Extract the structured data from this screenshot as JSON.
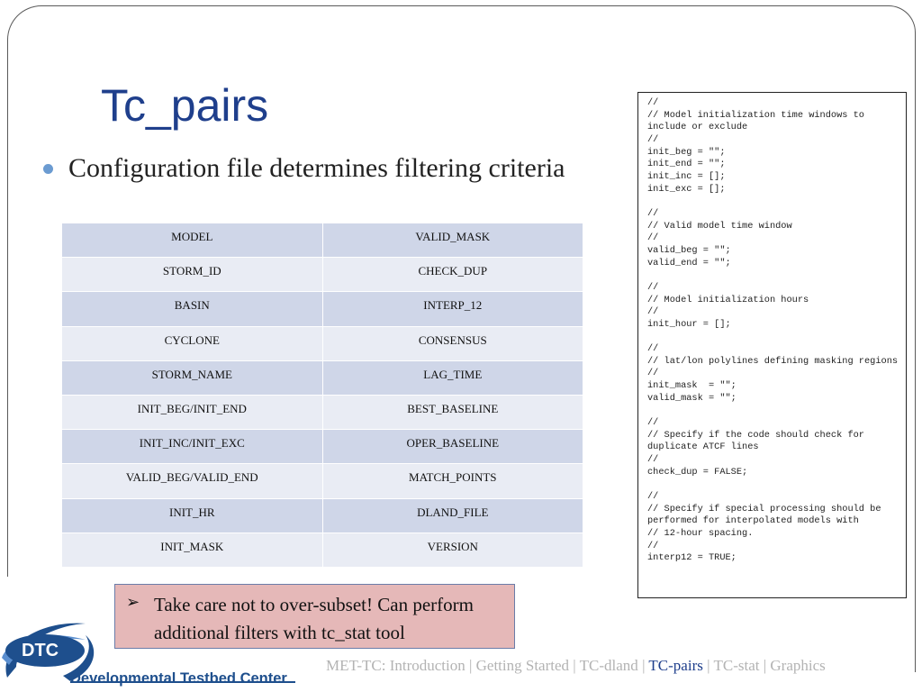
{
  "title": "Tc_pairs",
  "bullet": "Configuration file determines filtering criteria",
  "table_rows": [
    [
      "MODEL",
      "VALID_MASK"
    ],
    [
      "STORM_ID",
      "CHECK_DUP"
    ],
    [
      "BASIN",
      "INTERP_12"
    ],
    [
      "CYCLONE",
      "CONSENSUS"
    ],
    [
      "STORM_NAME",
      "LAG_TIME"
    ],
    [
      "INIT_BEG/INIT_END",
      "BEST_BASELINE"
    ],
    [
      "INIT_INC/INIT_EXC",
      "OPER_BASELINE"
    ],
    [
      "VALID_BEG/VALID_END",
      "MATCH_POINTS"
    ],
    [
      "INIT_HR",
      "DLAND_FILE"
    ],
    [
      "INIT_MASK",
      "VERSION"
    ]
  ],
  "config_code": "//\n// Model initialization time windows to include or exclude\n//\ninit_beg = \"\";\ninit_end = \"\";\ninit_inc = [];\ninit_exc = [];\n\n//\n// Valid model time window\n//\nvalid_beg = \"\";\nvalid_end = \"\";\n\n//\n// Model initialization hours\n//\ninit_hour = [];\n\n//\n// lat/lon polylines defining masking regions\n//\ninit_mask  = \"\";\nvalid_mask = \"\";\n\n//\n// Specify if the code should check for duplicate ATCF lines\n//\ncheck_dup = FALSE;\n\n//\n// Specify if special processing should be performed for interpolated models with\n// 12-hour spacing.\n//\ninterp12 = TRUE;",
  "note": {
    "arrow": "➢",
    "text": "Take care not to over-subset! Can perform additional filters with tc_stat tool"
  },
  "logo": {
    "acronym": "DTC",
    "name": "Developmental Testbed Center"
  },
  "footer_nav": {
    "prefix": "MET-TC:",
    "items": [
      "Introduction",
      "Getting Started",
      "TC-dland",
      "TC-pairs",
      "TC-stat",
      "Graphics"
    ],
    "active": "TC-pairs",
    "separator": "|"
  },
  "colors": {
    "title": "#1f3f8c",
    "bullet": "#6b9bd1",
    "table_dark": "#cfd6e8",
    "table_light": "#e9ecf4",
    "note_bg": "#e5b8b8",
    "logo_blue": "#1e4f8d"
  }
}
